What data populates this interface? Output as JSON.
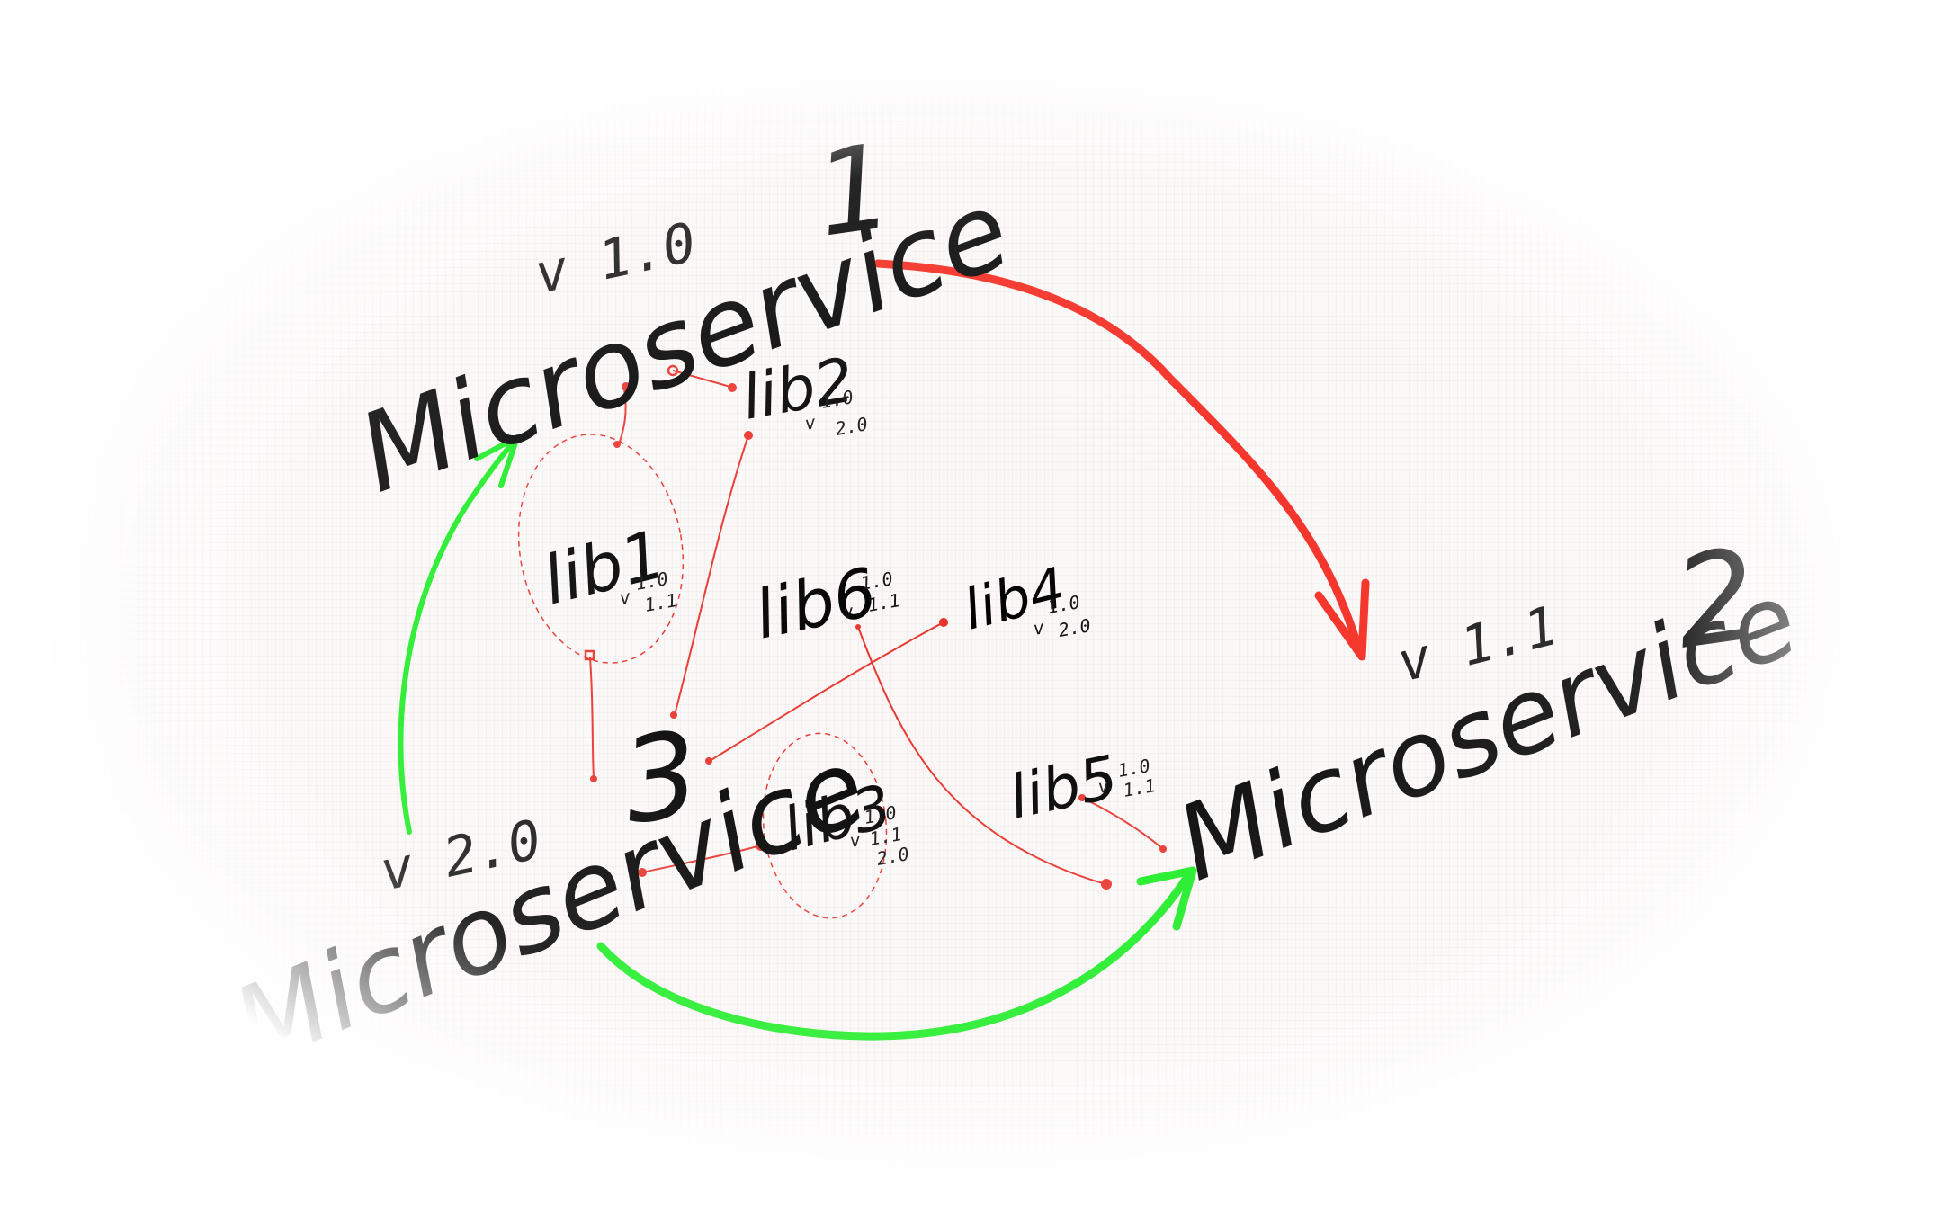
{
  "colors": {
    "ms1": "#9b1a2a",
    "ms2": "#1d24e0",
    "ms3": "#19c41b",
    "lib_green": "#1ee51f",
    "lib_red": "#f0231d",
    "lib_blue": "#1d24e0",
    "link": "#e8322a",
    "arrow_red": "#f4261b",
    "arrow_green": "#18ec20",
    "version": "#111111"
  },
  "services": {
    "ms1": {
      "label": "Microservice",
      "number": "1",
      "version": "v 1.0"
    },
    "ms2": {
      "label": "Microservice",
      "number": "2",
      "version": "v 1.1"
    },
    "ms3": {
      "label": "Microservice",
      "number": "3",
      "version": "v 2.0"
    }
  },
  "libs": {
    "lib1": {
      "label": "lib1",
      "v_prefix": "v",
      "versions": [
        "1.0",
        "1.1"
      ]
    },
    "lib2": {
      "label": "lib2",
      "v_prefix": "v",
      "versions": [
        "1.0",
        "2.0"
      ]
    },
    "lib3": {
      "label": "lib3",
      "v_prefix": "v",
      "versions": [
        "1.0",
        "1.1",
        "2.0"
      ]
    },
    "lib4": {
      "label": "lib4",
      "v_prefix": "v",
      "versions": [
        "1.0",
        "2.0"
      ]
    },
    "lib5": {
      "label": "lib5",
      "v_prefix": "v",
      "versions": [
        "1.0",
        "1.1"
      ]
    },
    "lib6": {
      "label": "lib6",
      "v_prefix": "v",
      "versions": [
        "1.0",
        "1.1"
      ]
    }
  }
}
